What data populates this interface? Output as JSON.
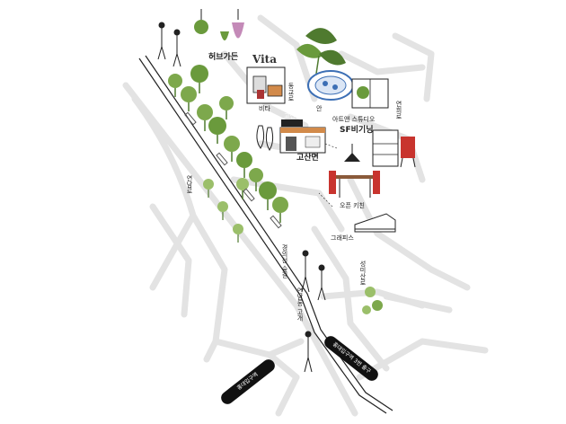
{
  "places": {
    "herb_garden": "허브가든",
    "vita_sign": "Vita",
    "vita": "비타",
    "gosanmyeon": "고산면",
    "shop_sign": "고산면",
    "sf": "SF비기닝",
    "studio": "아트앤 스튜디오",
    "kitchen": "오픈 키친",
    "graphis": "그래피스",
    "an": "안"
  },
  "streets": {
    "street_a": "연남로",
    "street_b": "동교로",
    "street_c": "연희로",
    "street_d": "경의선 숲길",
    "street_e": "연남동 고개",
    "street_f": "성미산로"
  },
  "stations": {
    "left": "홍대입구역",
    "right": "홍대입구역 3번 출구"
  },
  "colors": {
    "road": "#e3e3e3",
    "ink": "#222222",
    "tree": "#7da84c",
    "tree_dark": "#4f7a2f",
    "red": "#c8342e",
    "blue": "#3c6fb5"
  }
}
